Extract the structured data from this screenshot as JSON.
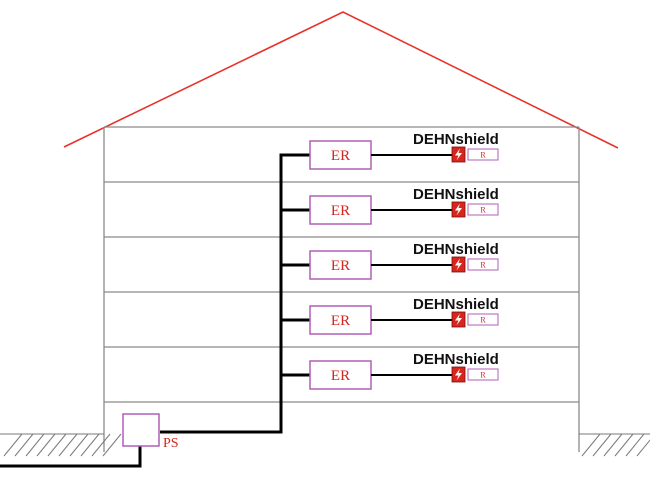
{
  "colors": {
    "roof": "#e8322c",
    "wall": "#8a8a8a",
    "box_border": "#b15fb5",
    "box_text": "#d2261f",
    "cable": "#000000",
    "arrester_fill": "#d9261c",
    "ground_hatch": "#7a7a7a"
  },
  "power_supply": {
    "label": "PS"
  },
  "floors": [
    {
      "er_label": "ER",
      "device_label": "DEHNshield",
      "arrester_label": "R",
      "icon": "lightning-bolt-icon"
    },
    {
      "er_label": "ER",
      "device_label": "DEHNshield",
      "arrester_label": "R",
      "icon": "lightning-bolt-icon"
    },
    {
      "er_label": "ER",
      "device_label": "DEHNshield",
      "arrester_label": "R",
      "icon": "lightning-bolt-icon"
    },
    {
      "er_label": "ER",
      "device_label": "DEHNshield",
      "arrester_label": "R",
      "icon": "lightning-bolt-icon"
    },
    {
      "er_label": "ER",
      "device_label": "DEHNshield",
      "arrester_label": "R",
      "icon": "lightning-bolt-icon"
    }
  ]
}
